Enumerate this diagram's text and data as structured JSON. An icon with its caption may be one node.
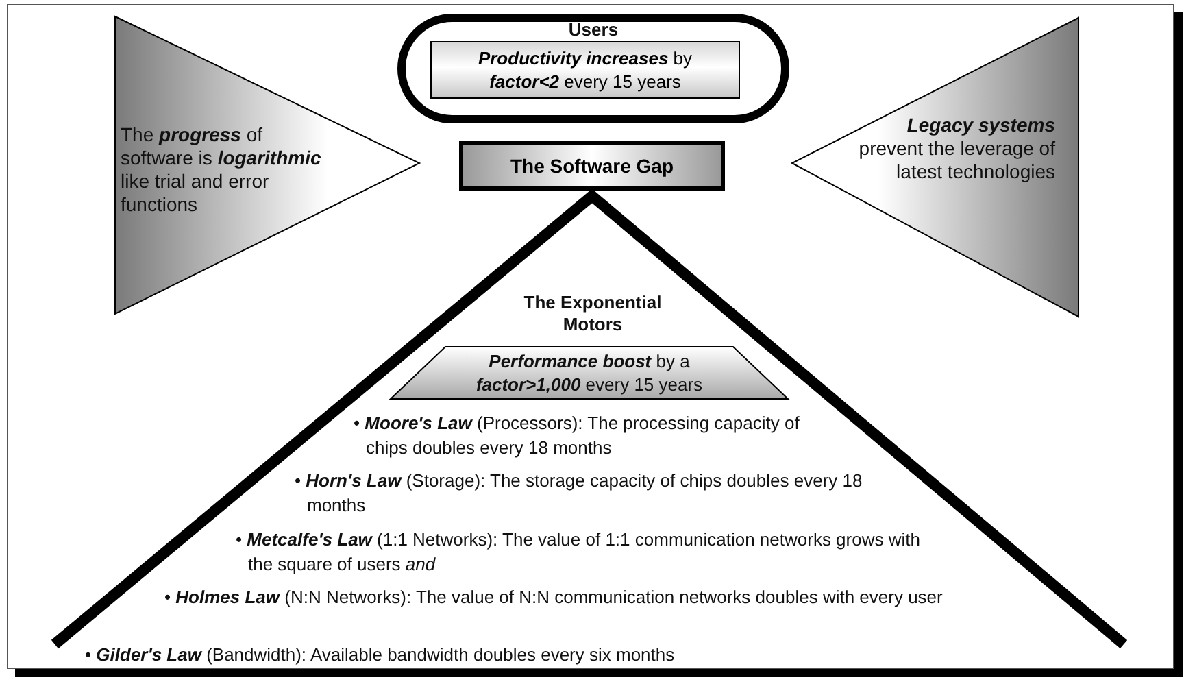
{
  "diagram": {
    "nodes": [
      {
        "text": [
          "Users"
        ]
      },
      {
        "text": [
          "**Productivity increases** by **factor<2** every 15 years"
        ],
        "in": 0
      },
      {
        "text": [
          "The **progress** of software is **logarithmic** like trial and error functions"
        ]
      },
      {
        "text": [
          "The Software Gap"
        ]
      },
      {
        "text": [
          "**Legacy systems** prevent the leverage of latest technologies"
        ]
      },
      {
        "text": [
          "The Exponential Motors",
          "• **Moore's Law** (Processors): The processing capacity of chips doubles every 18 months",
          "• **Horn's Law** (Storage): The storage capacity of chips doubles every 18 months",
          "• **Metcalfe's Law** (1:1 Networks): The value of 1:1 communication networks grows with the square of users *and*",
          "• **Holmes Law** (N:N Networks): The value of N:N communication networks doubles with every user",
          "• **Gilder's Law** (Bandwidth): Available bandwidth doubles every six months"
        ]
      },
      {
        "text": [
          "**Performance boost** by a **factor>1,000** every 15 years"
        ],
        "in": 5
      }
    ],
    "edges": []
  }
}
